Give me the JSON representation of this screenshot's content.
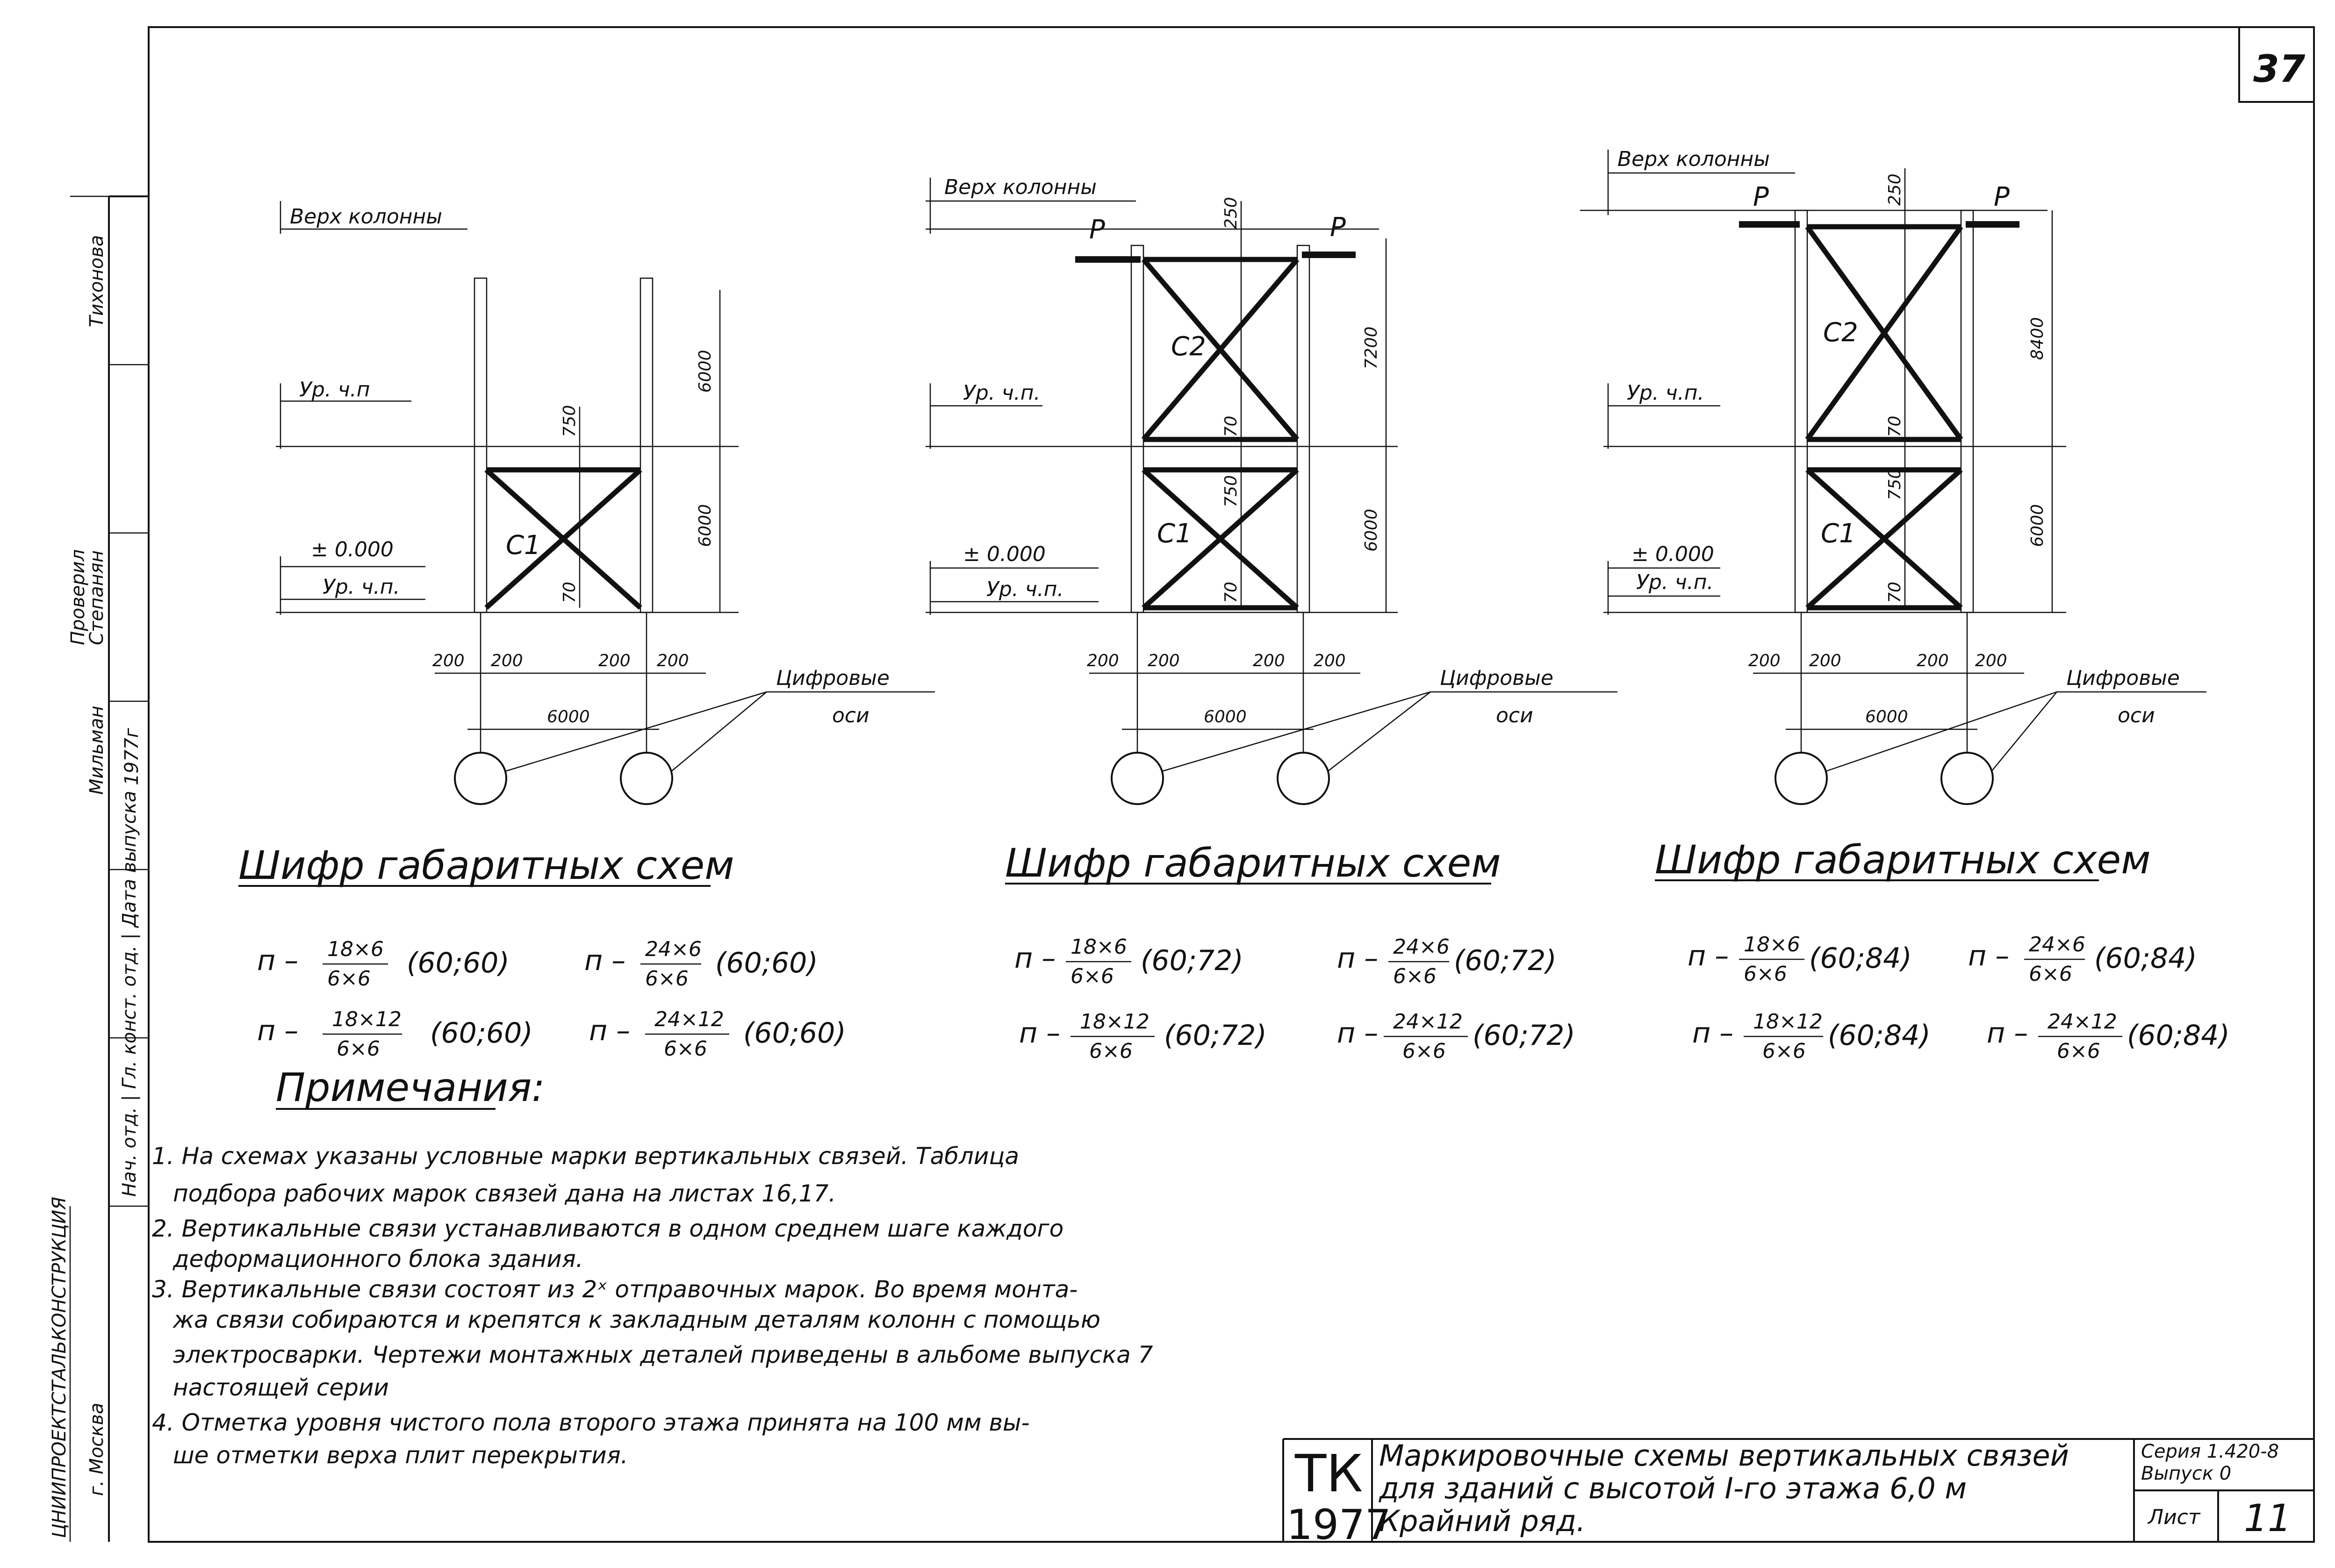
{
  "page_number": "37",
  "schemes": [
    {
      "id": "scheme-1",
      "labels": {
        "column_top": "Верх колонны",
        "floor_level_upper": "Ур. ч.п",
        "zero_mark": "± 0.000",
        "floor_level_lower": "Ур. ч.п.",
        "digital_axes_1": "Цифровые",
        "digital_axes_2": "оси"
      },
      "braces": {
        "lower": "С1",
        "upper": ""
      },
      "dims": {
        "upper_height": "6000",
        "lower_height": "6000",
        "top_offset": "",
        "offset_750": "750",
        "offset_70_upper": "",
        "offset_70_lower": "70",
        "bays": [
          "200",
          "200",
          "200",
          "200"
        ],
        "span": "6000"
      },
      "code_title": "Шифр габаритных схем",
      "codes": [
        {
          "prefix": "п –",
          "num": "18×6",
          "den": "6×6",
          "params": "(60;60)"
        },
        {
          "prefix": "п –",
          "num": "24×6",
          "den": "6×6",
          "params": "(60;60)"
        },
        {
          "prefix": "п –",
          "num": "18×12",
          "den": "6×6",
          "params": "(60;60)"
        },
        {
          "prefix": "п –",
          "num": "24×12",
          "den": "6×6",
          "params": "(60;60)"
        }
      ]
    },
    {
      "id": "scheme-2",
      "labels": {
        "column_top": "Верх колонны",
        "floor_level_upper": "Ур. ч.п.",
        "zero_mark": "± 0.000",
        "floor_level_lower": "Ур. ч.п.",
        "digital_axes_1": "Цифровые",
        "digital_axes_2": "оси"
      },
      "braces": {
        "lower": "С1",
        "upper": "С2"
      },
      "dims": {
        "upper_height": "7200",
        "lower_height": "6000",
        "top_offset": "250",
        "offset_750": "750",
        "offset_70_upper": "70",
        "offset_70_lower": "70",
        "bays": [
          "200",
          "200",
          "200",
          "200"
        ],
        "span": "6000"
      },
      "load_marks": [
        "Р",
        "Р"
      ],
      "code_title": "Шифр габаритных схем",
      "codes": [
        {
          "prefix": "п –",
          "num": "18×6",
          "den": "6×6",
          "params": "(60;72)"
        },
        {
          "prefix": "п –",
          "num": "24×6",
          "den": "6×6",
          "params": "(60;72)"
        },
        {
          "prefix": "п –",
          "num": "18×12",
          "den": "6×6",
          "params": "(60;72)"
        },
        {
          "prefix": "п –",
          "num": "24×12",
          "den": "6×6",
          "params": "(60;72)"
        }
      ]
    },
    {
      "id": "scheme-3",
      "labels": {
        "column_top": "Верх колонны",
        "floor_level_upper": "Ур. ч.п.",
        "zero_mark": "± 0.000",
        "floor_level_lower": "Ур. ч.п.",
        "digital_axes_1": "Цифровые",
        "digital_axes_2": "оси"
      },
      "braces": {
        "lower": "С1",
        "upper": "С2"
      },
      "dims": {
        "upper_height": "8400",
        "lower_height": "6000",
        "top_offset": "250",
        "offset_750": "750",
        "offset_70_upper": "70",
        "offset_70_lower": "70",
        "bays": [
          "200",
          "200",
          "200",
          "200"
        ],
        "span": "6000"
      },
      "load_marks": [
        "Р",
        "Р"
      ],
      "code_title": "Шифр габаритных схем",
      "codes": [
        {
          "prefix": "п –",
          "num": "18×6",
          "den": "6×6",
          "params": "(60;84)"
        },
        {
          "prefix": "п –",
          "num": "24×6",
          "den": "6×6",
          "params": "(60;84)"
        },
        {
          "prefix": "п –",
          "num": "18×12",
          "den": "6×6",
          "params": "(60;84)"
        },
        {
          "prefix": "п –",
          "num": "24×12",
          "den": "6×6",
          "params": "(60;84)"
        }
      ]
    }
  ],
  "notes": {
    "title": "Примечания:",
    "lines": [
      "1. На схемах указаны условные марки вертикальных связей. Таблица",
      "подбора рабочих марок связей дана на листах 16,17.",
      "2. Вертикальные связи устанавливаются в одном среднем шаге каждого",
      "деформационного блока здания.",
      "3. Вертикальные связи состоят из 2ˣ отправочных марок. Во время монта-",
      "жа связи собираются и крепятся к закладным деталям колонн с помощью",
      "электросварки. Чертежи монтажных деталей приведены в альбоме выпуска 7",
      "настоящей серии",
      "4. Отметка уровня чистого пола второго этажа принята на 100 мм вы-",
      "ше отметки верха плит перекрытия."
    ]
  },
  "stamp": {
    "tk_1": "ТК",
    "tk_2": "1977",
    "title_lines": [
      "Маркировочные схемы вертикальных связей",
      "для зданий с высотой I-го этажа 6,0 м",
      "Крайний ряд."
    ],
    "series": "Серия 1.420-8",
    "issue": "Выпуск 0",
    "sheet_label": "Лист",
    "sheet_number": "11"
  },
  "side_stamp": {
    "org": "ЦНИИПРОЕКТСТАЛЬКОНСТРУКЦИЯ",
    "city": "г. Москва",
    "col_roles": "Нач. отд.  |  Гл. конст. отд.  |  Дата выпуска",
    "year": "1977г",
    "names": "Мильман",
    "extra_1": "Степанян",
    "extra_2": "Тихонова",
    "checker": "Проверил"
  }
}
